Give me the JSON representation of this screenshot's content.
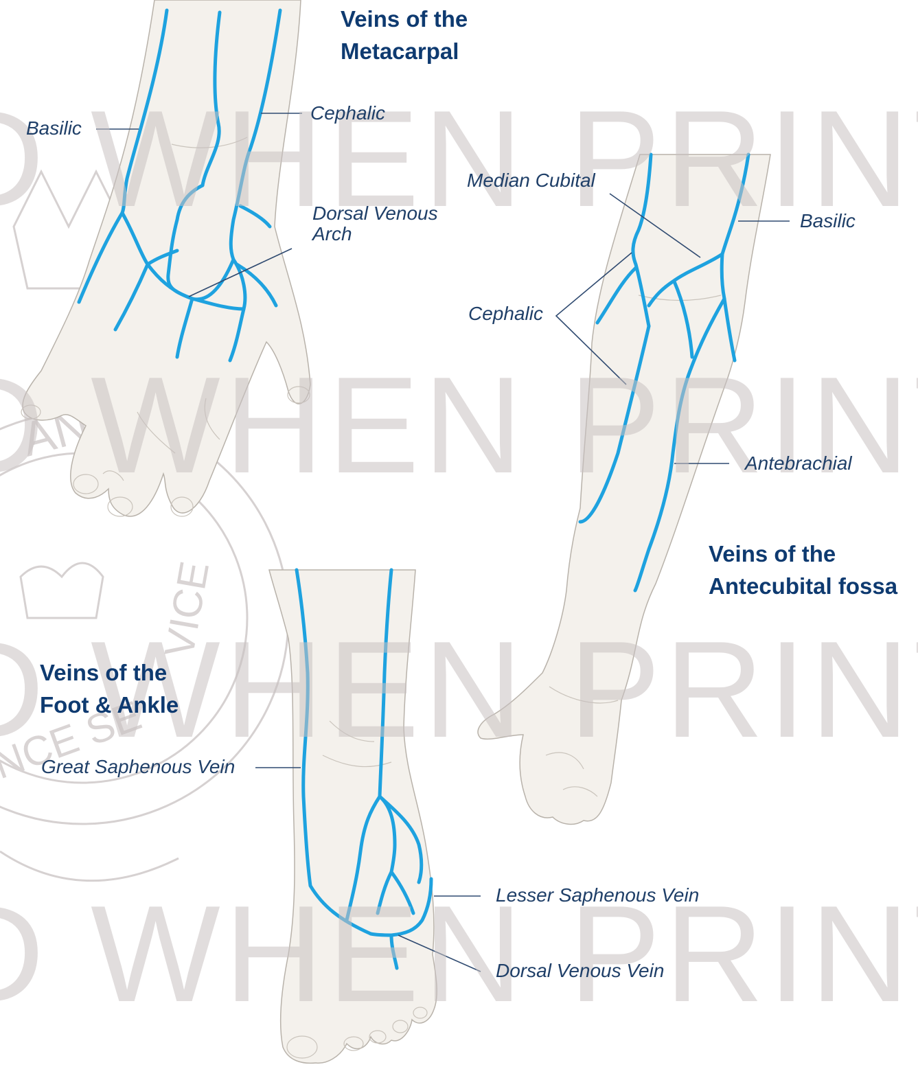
{
  "watermark": "D WHEN PRINTED",
  "crest_text": {
    "left_arc": "ANS",
    "service": "VICE",
    "lower_arc": "NCE SE"
  },
  "colors": {
    "vein": "#1ea2df",
    "heading": "#0e3a70",
    "label": "#1f3f68",
    "skin": "#f4f1ec",
    "watermark": "#c9c2c2"
  },
  "hand_panel": {
    "title_line1": "Veins of the",
    "title_line2": "Metacarpal",
    "labels": {
      "basilic": "Basilic",
      "cephalic": "Cephalic",
      "dorsal_arch_line1": "Dorsal Venous",
      "dorsal_arch_line2": "Arch"
    }
  },
  "arm_panel": {
    "title_line1": "Veins of the",
    "title_line2": "Antecubital fossa",
    "labels": {
      "median_cubital": "Median Cubital",
      "basilic": "Basilic",
      "cephalic": "Cephalic",
      "antebrachial": "Antebrachial"
    }
  },
  "foot_panel": {
    "title_line1": "Veins of the",
    "title_line2": "Foot & Ankle",
    "labels": {
      "great_saphenous": "Great Saphenous Vein",
      "lesser_saphenous": "Lesser Saphenous Vein",
      "dorsal_venous": "Dorsal Venous Vein"
    }
  }
}
